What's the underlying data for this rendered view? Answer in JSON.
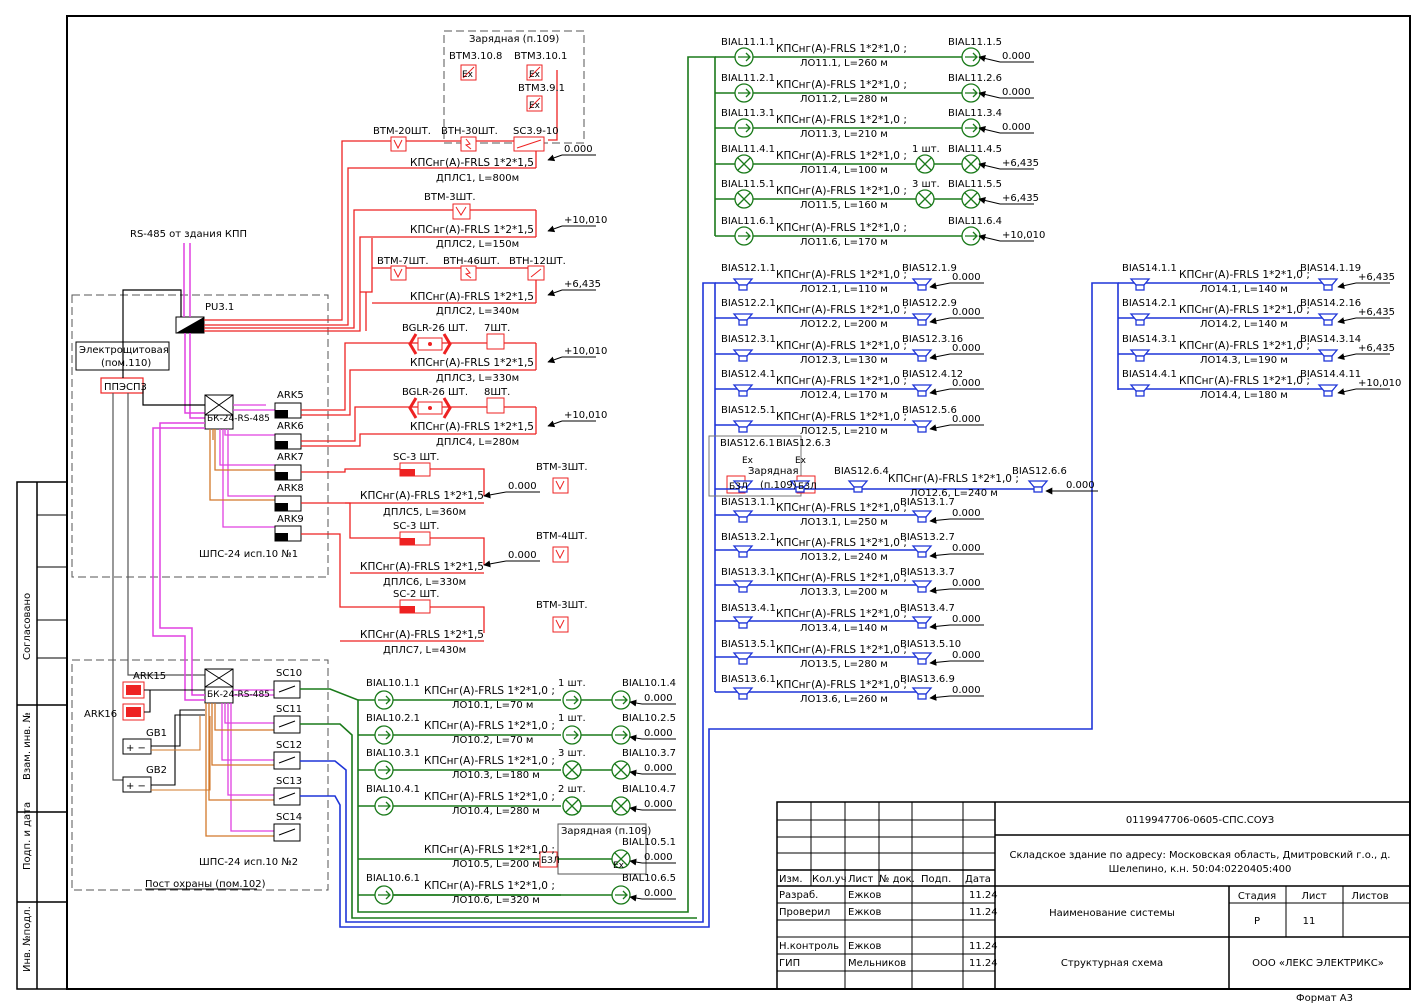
{
  "top": {
    "rs485": "RS-485 от здания КПП",
    "pu": "PU3.1",
    "room110": [
      "Электрощитовая",
      "(пом.110)"
    ],
    "ppesp": "ППЭСП3",
    "charging109": "Зарядная (п.109)",
    "btm3108": "BTM3.10.8",
    "btm3101": "BTM3.10.1",
    "btm391": "BTM3.9.1",
    "ex": "Ex"
  },
  "dpls": [
    {
      "hdr": [
        "BTM-20ШТ.",
        "BTH-30ШТ.",
        "SC3.9-10"
      ],
      "cable": "КПСнг(А)-FRLS 1*2*1,5",
      "line": "ДПЛС1, L=800м",
      "val": "0.000"
    },
    {
      "hdr": [
        "BTM-3ШТ."
      ],
      "cable": "КПСнг(А)-FRLS 1*2*1,5",
      "line": "ДПЛС2, L=150м",
      "val": "+10,010"
    },
    {
      "hdr": [
        "BTM-7ШТ.",
        "BTH-46ШТ.",
        "BTH-12ШТ."
      ],
      "cable": "КПСнг(А)-FRLS 1*2*1,5",
      "line": "ДПЛС2, L=340м",
      "val": "+6,435"
    },
    {
      "hdr": [
        "BGLR-26 ШТ.",
        "7ШТ."
      ],
      "cable": "КПСнг(А)-FRLS 1*2*1,5",
      "line": "ДПЛС3, L=330м",
      "val": "+10,010"
    },
    {
      "hdr": [
        "BGLR-26 ШТ.",
        "8ШТ."
      ],
      "cable": "КПСнг(А)-FRLS 1*2*1,5",
      "line": "ДПЛС4, L=280м",
      "val": "+10,010"
    },
    {
      "hdr": [
        "SC-3 ШТ.",
        "BTM-3ШТ."
      ],
      "cable": "КПСнг(А)-FRLS 1*2*1,5",
      "line": "ДПЛС5, L=360м",
      "val": "0.000"
    },
    {
      "hdr": [
        "SC-3 ШТ.",
        "BTM-4ШТ."
      ],
      "cable": "КПСнг(А)-FRLS 1*2*1,5",
      "line": "ДПЛС6, L=330м",
      "val": "0.000"
    },
    {
      "hdr": [
        "SC-2 ШТ.",
        "BTM-3ШТ."
      ],
      "cable": "КПСнг(А)-FRLS 1*2*1,5",
      "line": "ДПЛС7, L=430м",
      "val": ""
    }
  ],
  "panel1": {
    "ark": [
      "ARK5",
      "ARK6",
      "ARK7",
      "ARK8",
      "ARK9"
    ],
    "bk1": "БК-24-RS-485",
    "shps1": "ШПС-24 исп.10 №1"
  },
  "panel2": {
    "ark15": "ARK15",
    "ark16": "ARK16",
    "gb1": "GB1",
    "gb2": "GB2",
    "pm": "+ −",
    "bk2": "БК-24-RS-485",
    "sc": [
      "SC10",
      "SC11",
      "SC12",
      "SC13",
      "SC14"
    ],
    "shps2": "ШПС-24 исп.10 №2",
    "post": "Пост охраны (пом.102)"
  },
  "lo10": [
    {
      "a": "BIAL10.1.1",
      "cable": "КПСнг(А)-FRLS 1*2*1,0 ;",
      "line": "ЛО10.1, L=70 м",
      "cnt": "1 шт.",
      "b": "BIAL10.1.4",
      "val": "0.000"
    },
    {
      "a": "BIAL10.2.1",
      "cable": "КПСнг(А)-FRLS 1*2*1,0 ;",
      "line": "ЛО10.2, L=70 м",
      "cnt": "1 шт.",
      "b": "BIAL10.2.5",
      "val": "0.000"
    },
    {
      "a": "BIAL10.3.1",
      "cable": "КПСнг(А)-FRLS 1*2*1,0 ;",
      "line": "ЛО10.3, L=180 м",
      "cnt": "3 шт.",
      "b": "BIAL10.3.7",
      "val": "0.000"
    },
    {
      "a": "BIAL10.4.1",
      "cable": "КПСнг(А)-FRLS 1*2*1,0 ;",
      "line": "ЛО10.4, L=280 м",
      "cnt": "2 шт.",
      "b": "BIAL10.4.7",
      "val": "0.000"
    },
    {
      "a": "",
      "cable": "КПСнг(А)-FRLS 1*2*1,0 ;",
      "line": "ЛО10.5, L=200 м",
      "cnt": "",
      "b": "BIAL10.5.1",
      "val": "0.000"
    },
    {
      "a": "BIAL10.6.1",
      "cable": "КПСнг(А)-FRLS 1*2*1,0 ;",
      "line": "ЛО10.6, L=320 м",
      "cnt": "",
      "b": "BIAL10.6.5",
      "val": "0.000"
    }
  ],
  "lo10_box": {
    "title": "Зарядная (п.109)",
    "bzl": "БЗЛ",
    "ex": "Ex"
  },
  "lo11": [
    {
      "a": "BIAL11.1.1",
      "cable": "КПСнг(А)-FRLS 1*2*1,0 ;",
      "line": "ЛО11.1, L=260 м",
      "cnt": "",
      "b": "BIAL11.1.5",
      "val": "0.000"
    },
    {
      "a": "BIAL11.2.1",
      "cable": "КПСнг(А)-FRLS 1*2*1,0 ;",
      "line": "ЛО11.2, L=280 м",
      "cnt": "",
      "b": "BIAL11.2.6",
      "val": "0.000"
    },
    {
      "a": "BIAL11.3.1",
      "cable": "КПСнг(А)-FRLS 1*2*1,0 ;",
      "line": "ЛО11.3, L=210 м",
      "cnt": "",
      "b": "BIAL11.3.4",
      "val": "0.000"
    },
    {
      "a": "BIAL11.4.1",
      "cable": "КПСнг(А)-FRLS 1*2*1,0 ;",
      "line": "ЛО11.4, L=100 м",
      "cnt": "1 шт.",
      "b": "BIAL11.4.5",
      "val": "+6,435"
    },
    {
      "a": "BIAL11.5.1",
      "cable": "КПСнг(А)-FRLS 1*2*1,0 ;",
      "line": "ЛО11.5, L=160 м",
      "cnt": "3 шт.",
      "b": "BIAL11.5.5",
      "val": "+6,435"
    },
    {
      "a": "BIAL11.6.1",
      "cable": "КПСнг(А)-FRLS 1*2*1,0 ;",
      "line": "ЛО11.6, L=170 м",
      "cnt": "",
      "b": "BIAL11.6.4",
      "val": "+10,010"
    }
  ],
  "lo12": [
    {
      "a": "BIAS12.1.1",
      "cable": "КПСнг(А)-FRLS 1*2*1,0 ;",
      "line": "ЛО12.1, L=110 м",
      "b": "BIAS12.1.9",
      "val": "0.000"
    },
    {
      "a": "BIAS12.2.1",
      "cable": "КПСнг(А)-FRLS 1*2*1,0 ;",
      "line": "ЛО12.2, L=200 м",
      "b": "BIAS12.2.9",
      "val": "0.000"
    },
    {
      "a": "BIAS12.3.1",
      "cable": "КПСнг(А)-FRLS 1*2*1,0 ;",
      "line": "ЛО12.3, L=130 м",
      "b": "BIAS12.3.16",
      "val": "0.000"
    },
    {
      "a": "BIAS12.4.1",
      "cable": "КПСнг(А)-FRLS 1*2*1,0 ;",
      "line": "ЛО12.4, L=170 м",
      "b": "BIAS12.4.12",
      "val": "0.000"
    },
    {
      "a": "BIAS12.5.1",
      "cable": "КПСнг(А)-FRLS 1*2*1,0 ;",
      "line": "ЛО12.5, L=210 м",
      "b": "BIAS12.5.6",
      "val": "0.000"
    }
  ],
  "lo12_6": {
    "a": "BIAS12.6.1",
    "a2": "BIAS12.6.3",
    "box": [
      "Зарядная",
      "(п.109)"
    ],
    "bzl": "БЗЛ",
    "b": "BIAS12.6.4",
    "c": "BIAS12.6.6",
    "cable": "КПСнг(А)-FRLS 1*2*1,0 ;",
    "line": "ЛО12.6, L=240 м",
    "val": "0.000",
    "ex": "Ex"
  },
  "lo13": [
    {
      "a": "BIAS13.1.1",
      "cable": "КПСнг(А)-FRLS 1*2*1,0 ;",
      "line": "ЛО13.1, L=250 м",
      "b": "BIAS13.1.7",
      "val": "0.000"
    },
    {
      "a": "BIAS13.2.1",
      "cable": "КПСнг(А)-FRLS 1*2*1,0 ;",
      "line": "ЛО13.2, L=240 м",
      "b": "BIAS13.2.7",
      "val": "0.000"
    },
    {
      "a": "BIAS13.3.1",
      "cable": "КПСнг(А)-FRLS 1*2*1,0 ;",
      "line": "ЛО13.3, L=200 м",
      "b": "BIAS13.3.7",
      "val": "0.000"
    },
    {
      "a": "BIAS13.4.1",
      "cable": "КПСнг(А)-FRLS 1*2*1,0 ;",
      "line": "ЛО13.4, L=140 м",
      "b": "BIAS13.4.7",
      "val": "0.000"
    },
    {
      "a": "BIAS13.5.1",
      "cable": "КПСнг(А)-FRLS 1*2*1,0 ;",
      "line": "ЛО13.5, L=280 м",
      "b": "BIAS13.5.10",
      "val": "0.000"
    },
    {
      "a": "BIAS13.6.1",
      "cable": "КПСнг(А)-FRLS 1*2*1,0 ;",
      "line": "ЛО13.6, L=260 м",
      "b": "BIAS13.6.9",
      "val": "0.000"
    }
  ],
  "lo14": [
    {
      "a": "BIAS14.1.1",
      "cable": "КПСнг(А)-FRLS 1*2*1,0 ;",
      "line": "ЛО14.1, L=140 м",
      "b": "BIAS14.1.19",
      "val": "+6,435"
    },
    {
      "a": "BIAS14.2.1",
      "cable": "КПСнг(А)-FRLS 1*2*1,0 ;",
      "line": "ЛО14.2, L=140 м",
      "b": "BIAS14.2.16",
      "val": "+6,435"
    },
    {
      "a": "BIAS14.3.1",
      "cable": "КПСнг(А)-FRLS 1*2*1,0 ;",
      "line": "ЛО14.3, L=190 м",
      "b": "BIAS14.3.14",
      "val": "+6,435"
    },
    {
      "a": "BIAS14.4.1",
      "cable": "КПСнг(А)-FRLS 1*2*1,0 ;",
      "line": "ЛО14.4, L=180 м",
      "b": "BIAS14.4.11",
      "val": "+10,010"
    }
  ],
  "stamp": {
    "doc": "0119947706-0605-СПС.СОУЗ",
    "address": [
      "Складское здание по адресу: Московская область, Дмитровский г.о., д.",
      "Шелепино, к.н. 50:04:0220405:400"
    ],
    "system": "Наименование системы",
    "sheet_title": "Структурная схема",
    "company": "ООО «ЛЕКС ЭЛЕКТРИКС»",
    "stage_h": "Стадия",
    "list_h": "Лист",
    "lists_h": "Листов",
    "stage": "Р",
    "list": "11",
    "lists": "",
    "cols": [
      "Изм.",
      "Кол.уч",
      "Лист",
      "№ док.",
      "Подп.",
      "Дата"
    ],
    "rows": [
      {
        "role": "Разраб.",
        "name": "Ежков",
        "date": "11.24"
      },
      {
        "role": "Проверил",
        "name": "Ежков",
        "date": "11.24"
      },
      {
        "role": "Н.контроль",
        "name": "Ежков",
        "date": "11.24"
      },
      {
        "role": "ГИП",
        "name": "Мельников",
        "date": "11.24"
      }
    ]
  },
  "side": [
    "Согласовано",
    "Взам. инв. №",
    "Подп. и дата",
    "Инв. №подл."
  ],
  "format": "Формат А3",
  "colors": {
    "red": "#ee2222",
    "green": "#1a7a1a",
    "blue": "#1f35d8",
    "magenta": "#e040e0",
    "orange": "#d2782a",
    "black": "#000000"
  }
}
